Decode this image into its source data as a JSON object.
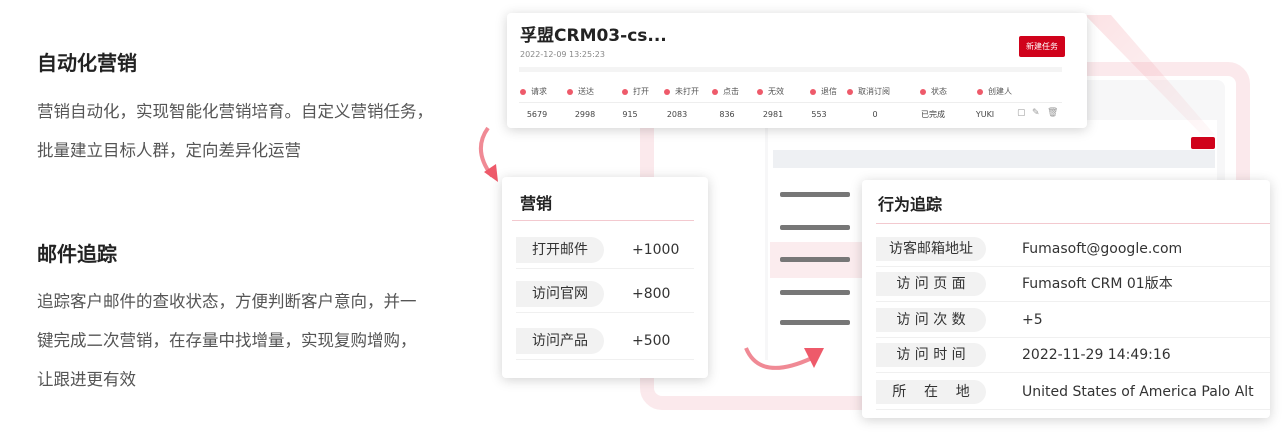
{
  "section1": {
    "title": "自动化营销",
    "lines": [
      "营销自动化，实现智能化营销培育。自定义营销任务，",
      "批量建立目标人群，定向差异化运营"
    ]
  },
  "section2": {
    "title": "邮件追踪",
    "lines": [
      "追踪客户邮件的查收状态，方便判断客户意向，并一",
      "键完成二次营销，在存量中找增量，实现复购增购，",
      "让跟进更有效"
    ]
  },
  "task_card": {
    "title": "孚盟CRM03-cs...",
    "date": "2022-12-09  13:25:23",
    "new_button": "新建任务",
    "columns": [
      "请求",
      "送达",
      "打开",
      "未打开",
      "点击",
      "无效",
      "退信",
      "取消订阅",
      "状态",
      "创建人"
    ],
    "values": [
      "5679",
      "2998",
      "915",
      "2083",
      "836",
      "2981",
      "553",
      "0",
      "已完成",
      "YUKI"
    ]
  },
  "marketing_card": {
    "title": "营销",
    "items": [
      {
        "label": "打开邮件",
        "value": "+1000"
      },
      {
        "label": "访问官网",
        "value": "+800"
      },
      {
        "label": "访问产品",
        "value": "+500"
      }
    ]
  },
  "tracking_card": {
    "title": "行为追踪",
    "items": [
      {
        "label": "访客邮箱地址",
        "value": "Fumasoft@google.com"
      },
      {
        "label": "访 问 页 面",
        "value": "Fumasoft CRM 01版本"
      },
      {
        "label": "访 问 次 数",
        "value": "+5"
      },
      {
        "label": "访 问 时 间",
        "value": "2022-11-29 14:49:16"
      },
      {
        "label": "所    在    地",
        "value": "United States of America Palo Alt"
      }
    ]
  },
  "colors": {
    "accent": "#d0021b",
    "soft": "#fbe9ec"
  }
}
